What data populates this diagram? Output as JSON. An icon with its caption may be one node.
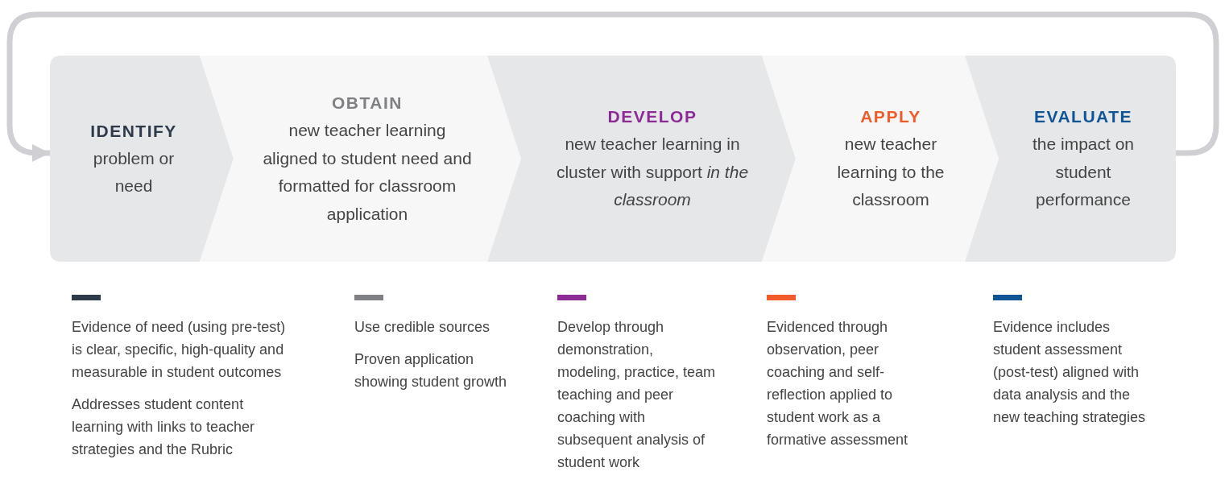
{
  "diagram": {
    "nodes": [
      {
        "text": [
          "IDENTIFY",
          "problem or need"
        ]
      },
      {
        "text": [
          "OBTAIN",
          "new teacher learning aligned to student need and formatted for classroom application"
        ]
      },
      {
        "text": [
          "DEVELOP",
          "new teacher learning in cluster with support *in the classroom*"
        ]
      },
      {
        "text": [
          "APPLY",
          "new teacher learning to the classroom"
        ]
      },
      {
        "text": [
          "EVALUATE",
          "the impact on student performance"
        ]
      }
    ],
    "edges": [
      {
        "from": 4,
        "to": 0,
        "arrow": "to"
      }
    ],
    "labels": [
      "Evidence of need (using pre-test) is clear, specific, high-quality and measurable in student outcomes",
      "Addresses student content learning with links to teacher strategies and the Rubric",
      "Use credible sources",
      "Proven application showing student growth",
      "Develop through demonstration, modeling, practice, team teaching and peer coaching with subsequent analysis of student work",
      "Evidenced through observation, peer coaching and self-reflection applied to student work as a formative assessment",
      "Evidence includes student assessment (post-test) aligned with data analysis and the new teaching strategies"
    ]
  }
}
